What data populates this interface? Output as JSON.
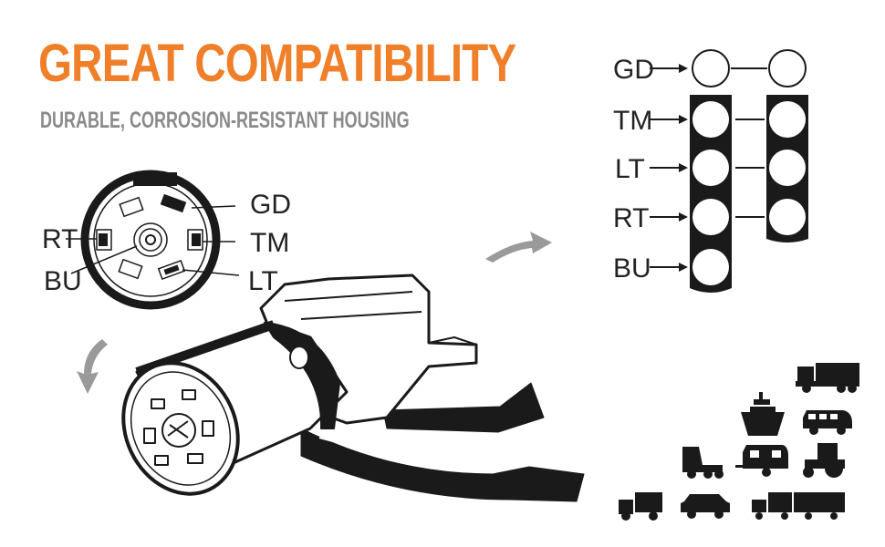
{
  "title": "GREAT COMPATIBILITY",
  "subtitle": "DURABLE, CORROSION-RESISTANT HOUSING",
  "colors": {
    "title": "#f07f2a",
    "subtitle": "#8a8a8a",
    "ink": "#1a1a1a",
    "arrow": "#9a9a9a"
  },
  "socket_labels": {
    "gd": "GD",
    "rt": "RT",
    "tm": "TM",
    "bu": "BU",
    "lt": "LT"
  },
  "pin_chart_labels": [
    "GD",
    "TM",
    "LT",
    "RT",
    "BU"
  ],
  "vehicle_icons": [
    "dump-truck-icon",
    "ship-icon",
    "van-icon",
    "semi-truck-icon",
    "camper-trailer-icon",
    "tractor-icon",
    "box-truck-icon",
    "suv-icon",
    "truck-with-trailer-icon"
  ]
}
